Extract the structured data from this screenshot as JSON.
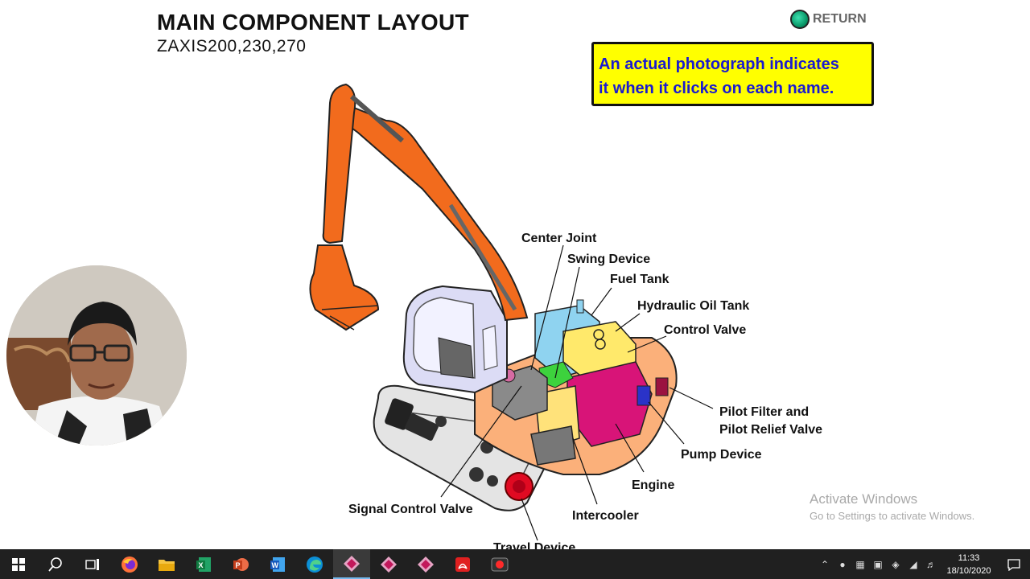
{
  "header": {
    "title": "MAIN COMPONENT LAYOUT",
    "subtitle": "ZAXIS200,230,270"
  },
  "return_button": {
    "label": "RETURN",
    "icon": "green-circle-icon"
  },
  "notice": {
    "line1": "An actual photograph indicates",
    "line2": "it when it clicks on each name."
  },
  "components": {
    "center_joint": "Center Joint",
    "swing_device": "Swing Device",
    "fuel_tank": "Fuel Tank",
    "hydraulic_oil_tank": "Hydraulic Oil Tank",
    "control_valve": "Control Valve",
    "pilot_filter_line1": "Pilot Filter and",
    "pilot_filter_line2": "Pilot Relief Valve",
    "pump_device": "Pump Device",
    "engine": "Engine",
    "intercooler": "Intercooler",
    "signal_control_valve": "Signal Control Valve",
    "travel_device": "Travel Device"
  },
  "watermark": {
    "line1": "Activate Windows",
    "line2": "Go to Settings to activate Windows."
  },
  "taskbar": {
    "apps": [
      "windows-start-icon",
      "search-icon",
      "task-view-icon",
      "firefox-icon",
      "file-explorer-icon",
      "excel-icon",
      "powerpoint-icon",
      "word-icon",
      "edge-icon",
      "app-pink-icon",
      "app-pink-icon-2",
      "app-pink-icon-3",
      "acrobat-icon",
      "recorder-icon"
    ],
    "clock": {
      "time": "11:33",
      "date": "18/10/2020"
    }
  },
  "colors": {
    "boom_orange": "#f26b1d",
    "notice_yellow": "#ffff00",
    "notice_text": "#1a1ad0",
    "taskbar": "#202020"
  }
}
